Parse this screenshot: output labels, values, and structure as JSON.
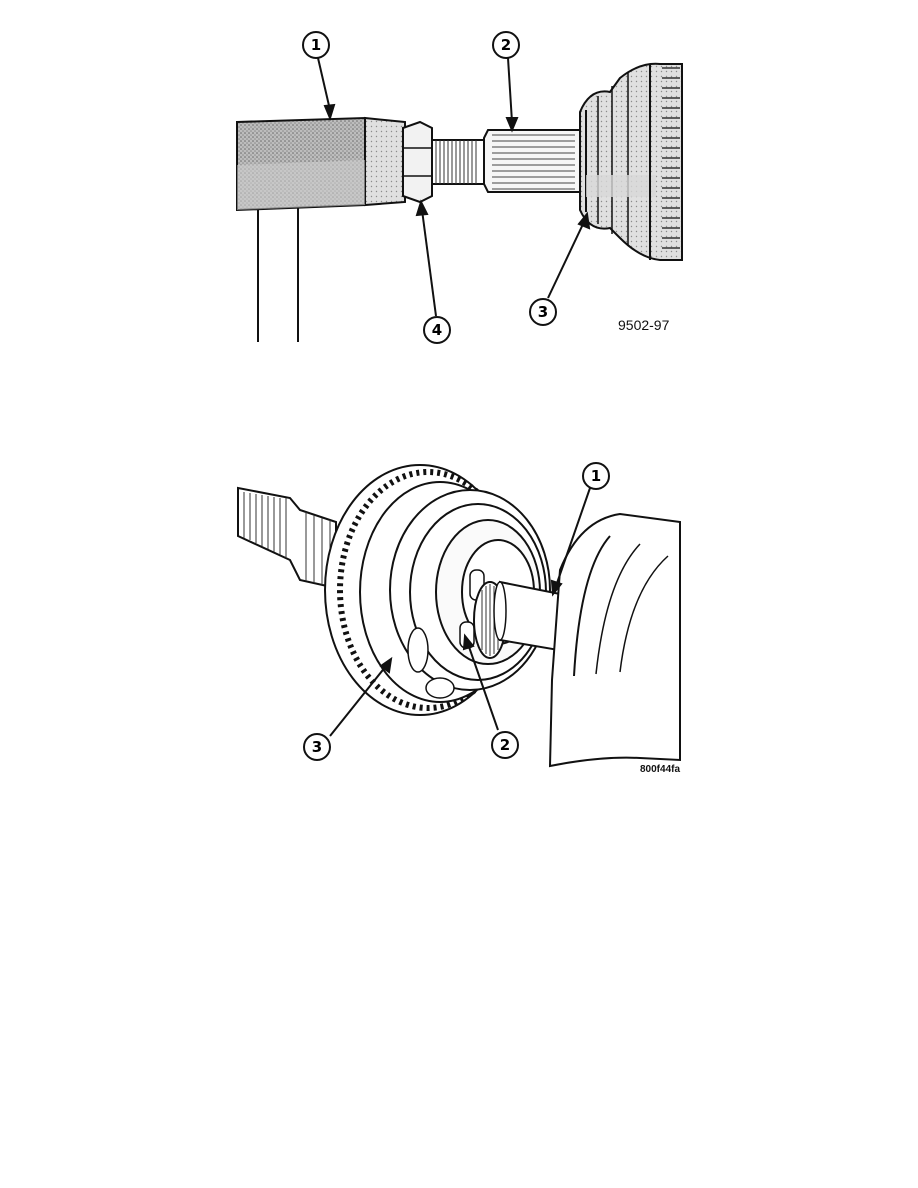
{
  "figures": [
    {
      "code": "9502-97",
      "callouts": [
        "1",
        "2",
        "3",
        "4"
      ]
    },
    {
      "code": "800f44fa",
      "callouts": [
        "1",
        "2",
        "3"
      ]
    }
  ]
}
